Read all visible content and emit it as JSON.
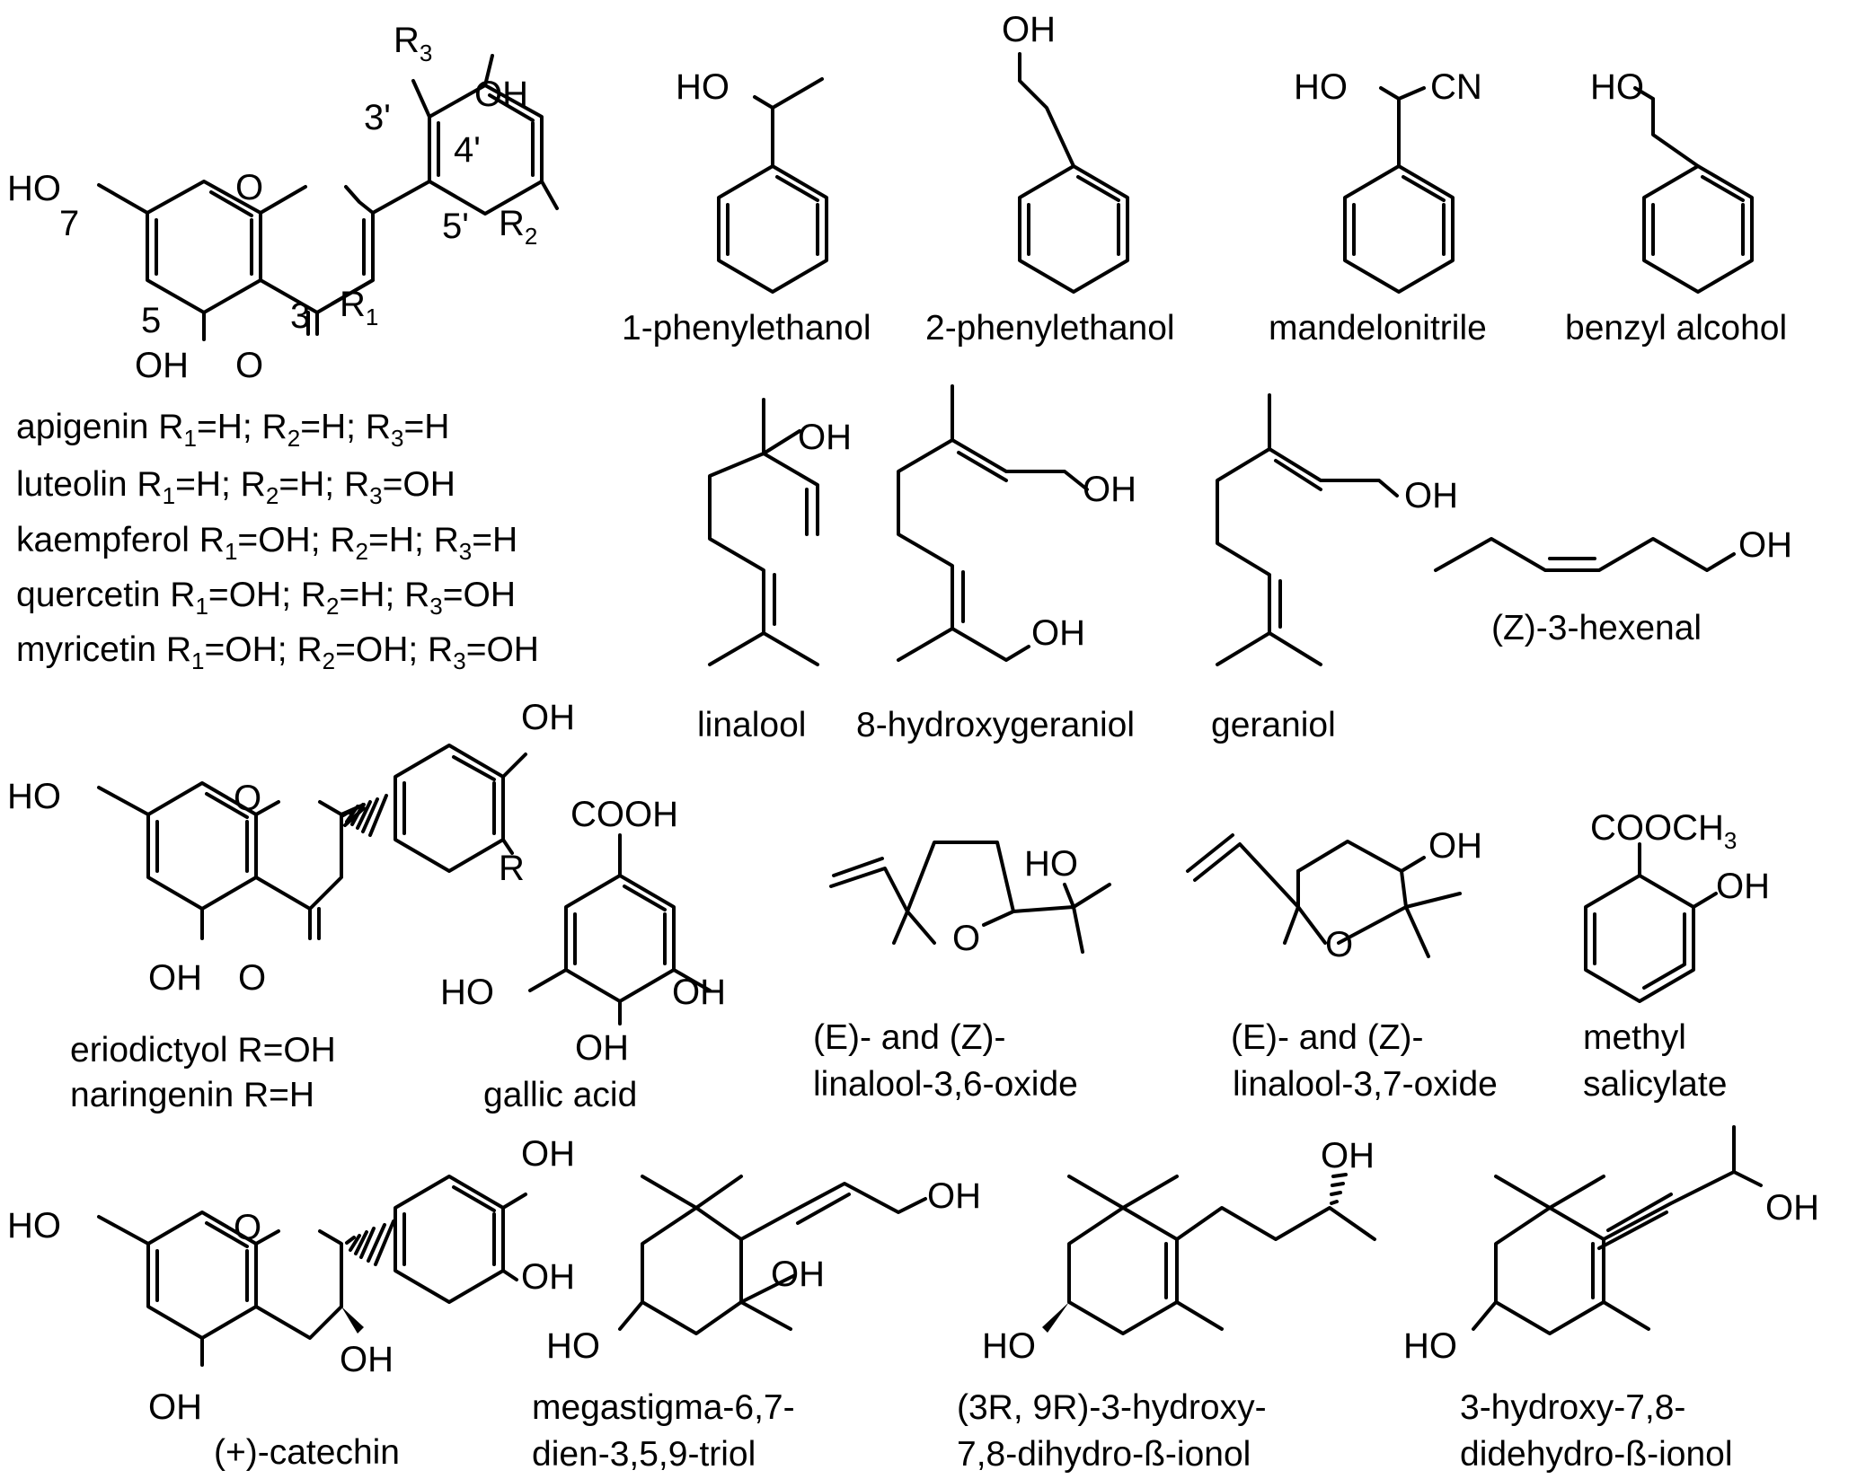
{
  "atoms": {
    "OH": "OH",
    "HO": "HO",
    "O": "O",
    "CN": "CN",
    "R": "R",
    "COOH": "COOH",
    "COOCH": "COOCH",
    "three": "3",
    "R1": "R",
    "R2": "R",
    "R3": "R",
    "one": "1",
    "two": "2"
  },
  "locants": {
    "p3p": "3'",
    "p4p": "4'",
    "p5p": "5'",
    "p7": "7",
    "p5": "5",
    "p3": "3"
  },
  "flavonols": [
    {
      "name": "apigenin",
      "r1": "H",
      "r2": "H",
      "r3": "H"
    },
    {
      "name": "luteolin",
      "r1": "H",
      "r2": "H",
      "r3": "OH"
    },
    {
      "name": "kaempferol",
      "r1": "OH",
      "r2": "H",
      "r3": "H"
    },
    {
      "name": "quercetin",
      "r1": "OH",
      "r2": "H",
      "r3": "OH"
    },
    {
      "name": "myricetin",
      "r1": "OH",
      "r2": "OH",
      "r3": "OH"
    }
  ],
  "names": {
    "phenylethanol1": "1-phenylethanol",
    "phenylethanol2": "2-phenylethanol",
    "mandelonitrile": "mandelonitrile",
    "benzyl": "benzyl alcohol",
    "linalool": "linalool",
    "hydroxygeraniol": "8-hydroxygeraniol",
    "geraniol": "geraniol",
    "hexenal": "(Z)-3-hexenal",
    "eriodictyol": "eriodictyol R=OH",
    "naringenin": "naringenin R=H",
    "gallic": "gallic acid",
    "oxide36_l1": "(E)- and (Z)-",
    "oxide36_l2": "linalool-3,6-oxide",
    "oxide37_l1": "(E)- and (Z)-",
    "oxide37_l2": "linalool-3,7-oxide",
    "salicylate_l1": "methyl",
    "salicylate_l2": "salicylate",
    "catechin": "(+)-catechin",
    "megastigma_l1": "megastigma-6,7-",
    "megastigma_l2": "dien-3,5,9-triol",
    "ionol1_l1": "(3R, 9R)-3-hydroxy-",
    "ionol1_l2": "7,8-dihydro-ß-ionol",
    "ionol2_l1": "3-hydroxy-7,8-",
    "ionol2_l2": "didehydro-ß-ionol"
  }
}
